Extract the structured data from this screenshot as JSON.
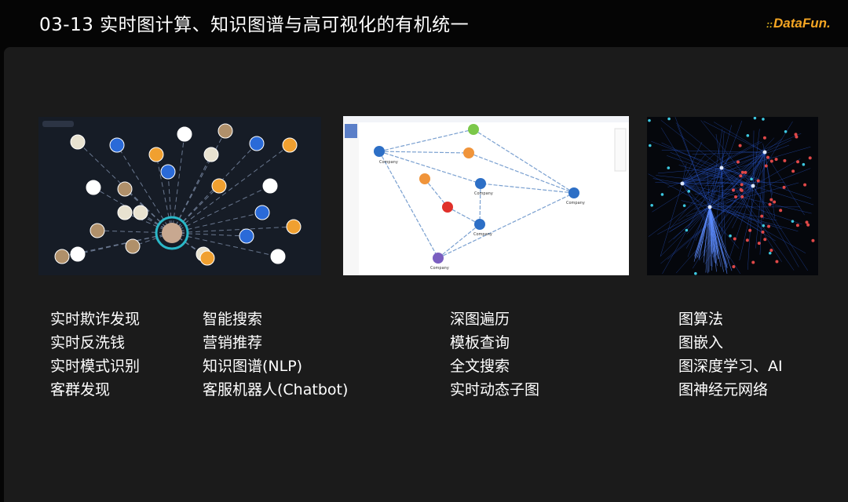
{
  "slide": {
    "title": "03-13 实时图计算、知识图谱与高可视化的有机统一",
    "logo_text": "DataFun.",
    "brand_color": "#f5a623"
  },
  "images": [
    {
      "kind": "knowledge-graph-dark-screenshot"
    },
    {
      "kind": "company-relationship-graph-screenshot",
      "node_label": "Company"
    },
    {
      "kind": "dense-network-graph-screenshot"
    }
  ],
  "columns": [
    {
      "items": [
        "实时欺诈发现",
        "实时反洗钱",
        "实时模式识别",
        "客群发现"
      ]
    },
    {
      "items": [
        "智能搜索",
        "营销推荐",
        "知识图谱(NLP)",
        "客服机器人(Chatbot)"
      ]
    },
    {
      "items": [
        "深图遍历",
        "模板查询",
        "全文搜索",
        "实时动态子图"
      ]
    },
    {
      "items": [
        "图算法",
        "图嵌入",
        "图深度学习、AI",
        "图神经元网络"
      ]
    }
  ]
}
